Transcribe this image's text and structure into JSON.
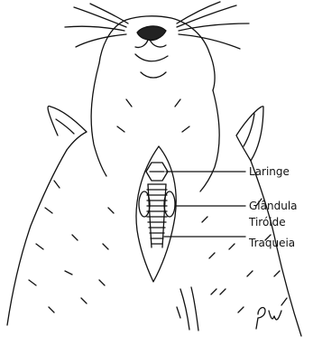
{
  "labels": {
    "larynx": "Laringe",
    "gland_line1": "Glândula",
    "gland_line2": "Tiróide",
    "trachea": "Traqueia"
  },
  "signature": "PW",
  "colors": {
    "ink": "#111111",
    "background": "#ffffff"
  }
}
